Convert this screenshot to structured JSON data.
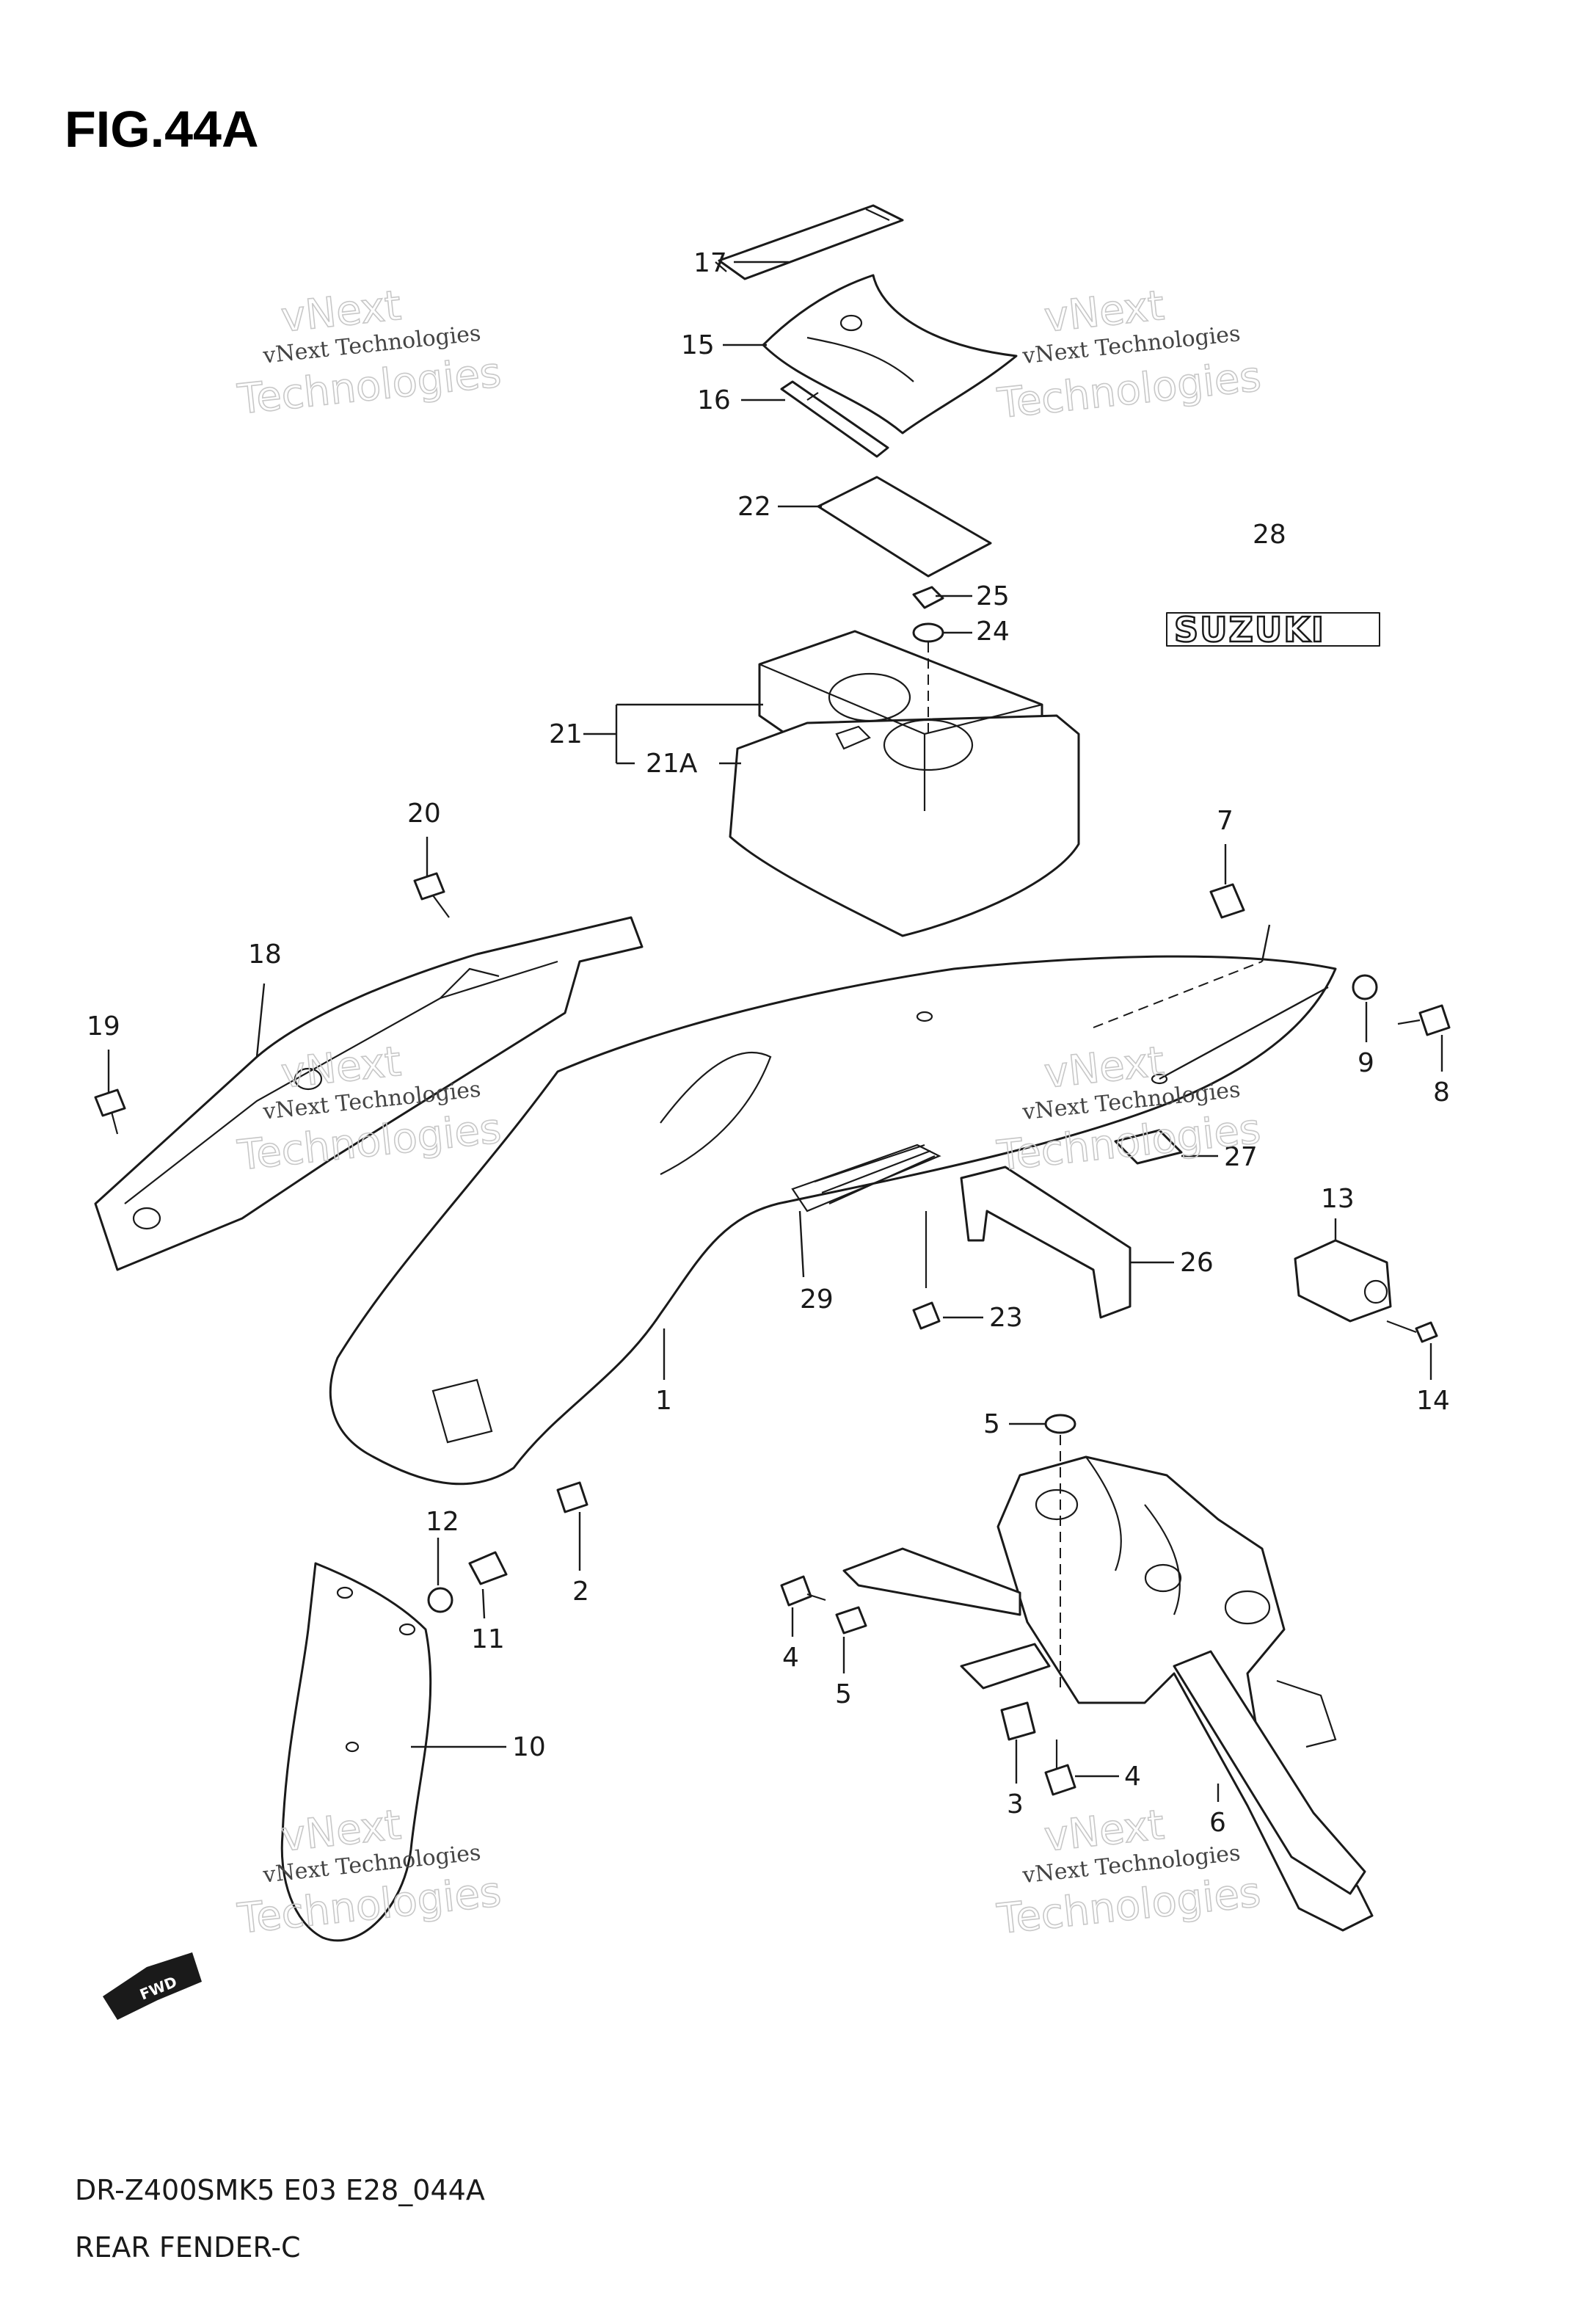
{
  "figure": {
    "title": "FIG.44A",
    "model_code": "DR-Z400SMK5 E03 E28_044A",
    "section_name": "REAR FENDER-C"
  },
  "brand_emblem": {
    "text": "SUZUKI",
    "icon": "suzuki-emblem"
  },
  "direction_arrow": {
    "text": "FWD",
    "icon": "forward-arrow-icon"
  },
  "watermark": {
    "line1": "vNext Technologies",
    "line2": "vNext",
    "line3": "Technologies"
  },
  "callouts": [
    {
      "id": "c17",
      "label": "17"
    },
    {
      "id": "c15",
      "label": "15"
    },
    {
      "id": "c16",
      "label": "16"
    },
    {
      "id": "c22",
      "label": "22"
    },
    {
      "id": "c28",
      "label": "28"
    },
    {
      "id": "c25",
      "label": "25"
    },
    {
      "id": "c24",
      "label": "24"
    },
    {
      "id": "c21",
      "label": "21"
    },
    {
      "id": "c21A",
      "label": "21A"
    },
    {
      "id": "c20",
      "label": "20"
    },
    {
      "id": "c7",
      "label": "7"
    },
    {
      "id": "c18",
      "label": "18"
    },
    {
      "id": "c19",
      "label": "19"
    },
    {
      "id": "c9",
      "label": "9"
    },
    {
      "id": "c8",
      "label": "8"
    },
    {
      "id": "c27",
      "label": "27"
    },
    {
      "id": "c26",
      "label": "26"
    },
    {
      "id": "c13",
      "label": "13"
    },
    {
      "id": "c29",
      "label": "29"
    },
    {
      "id": "c23",
      "label": "23"
    },
    {
      "id": "c14",
      "label": "14"
    },
    {
      "id": "c1",
      "label": "1"
    },
    {
      "id": "c5a",
      "label": "5"
    },
    {
      "id": "c12",
      "label": "12"
    },
    {
      "id": "c11",
      "label": "11"
    },
    {
      "id": "c2",
      "label": "2"
    },
    {
      "id": "c4a",
      "label": "4"
    },
    {
      "id": "c5b",
      "label": "5"
    },
    {
      "id": "c10",
      "label": "10"
    },
    {
      "id": "c4b",
      "label": "4"
    },
    {
      "id": "c3",
      "label": "3"
    },
    {
      "id": "c6",
      "label": "6"
    }
  ]
}
